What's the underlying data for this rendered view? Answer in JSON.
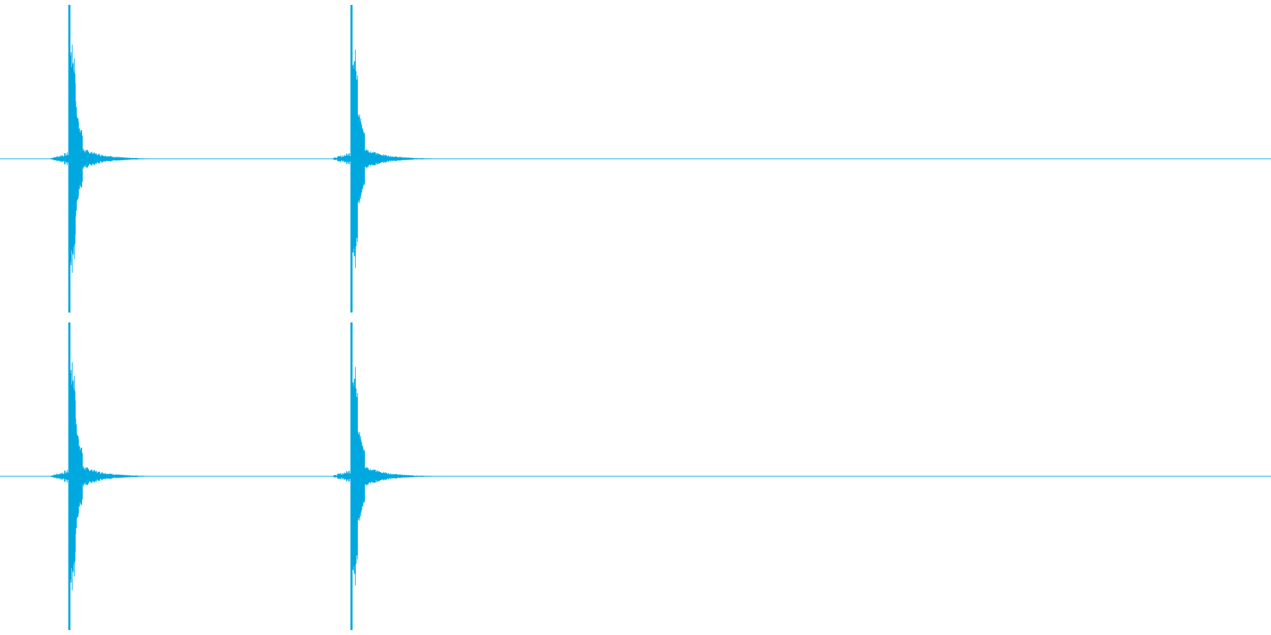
{
  "waveform": {
    "color": "#00a8e0",
    "channels": [
      {
        "name": "channel-1",
        "transients": [
          {
            "onset_fraction": 0.054,
            "peak_amplitude": 1.0,
            "decay": 0.085
          },
          {
            "onset_fraction": 0.276,
            "peak_amplitude": 1.0,
            "decay": 0.085
          }
        ]
      },
      {
        "name": "channel-2",
        "transients": [
          {
            "onset_fraction": 0.054,
            "peak_amplitude": 1.0,
            "decay": 0.085
          },
          {
            "onset_fraction": 0.276,
            "peak_amplitude": 1.0,
            "decay": 0.085
          }
        ]
      }
    ]
  }
}
